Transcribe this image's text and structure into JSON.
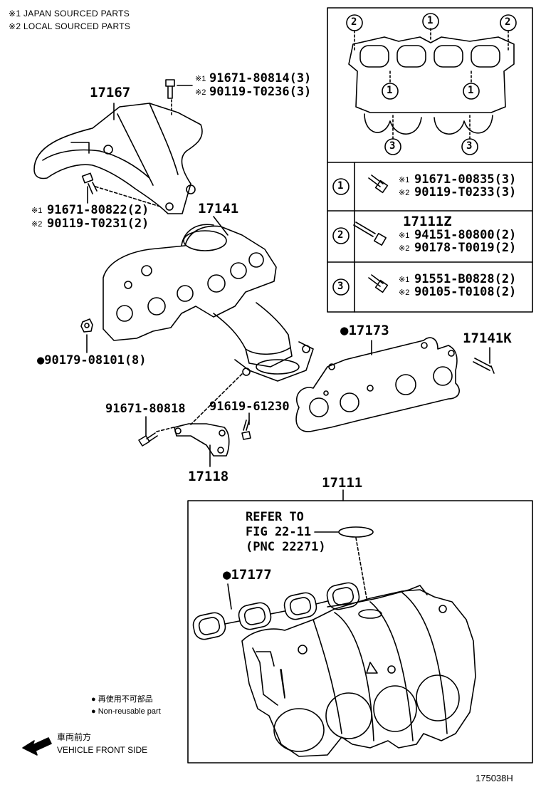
{
  "notes": {
    "n1": "※1 JAPAN SOURCED PARTS",
    "n2": "※2 LOCAL SOURCED PARTS"
  },
  "parts": {
    "p17167": "17167",
    "p17141": "17141",
    "p17173": "●17173",
    "p17141K": "17141K",
    "p90179": "●90179-08101(8)",
    "p91671_80818": "91671-80818",
    "p91619": "91619-61230",
    "p17118": "17118",
    "p17111": "17111",
    "p17177": "●17177",
    "bolt_top_1": "91671-80814(3)",
    "bolt_top_2": "90119-T0236(3)",
    "bolt_mid_1": "91671-80822(2)",
    "bolt_mid_2": "90119-T0231(2)"
  },
  "marks": {
    "m1": "※1",
    "m2": "※2"
  },
  "inset": {
    "callouts": [
      "2",
      "1",
      "2",
      "1",
      "1",
      "3",
      "3"
    ],
    "rows": [
      {
        "num": "1",
        "lines": [
          "91671-00835(3)",
          "90119-T0233(3)"
        ]
      },
      {
        "num": "2",
        "head": "17111Z",
        "lines": [
          "94151-80800(2)",
          "90178-T0019(2)"
        ]
      },
      {
        "num": "3",
        "lines": [
          "91551-B0828(2)",
          "90105-T0108(2)"
        ]
      }
    ]
  },
  "refer": {
    "l1": "REFER TO",
    "l2": "FIG 22-11",
    "l3": "(PNC 22271)"
  },
  "legend": {
    "l1": "● 再使用不可部品",
    "l2": "● Non-reusable part",
    "front_jp": "車両前方",
    "front_en": "VEHICLE FRONT SIDE"
  },
  "figure_id": "175038H"
}
